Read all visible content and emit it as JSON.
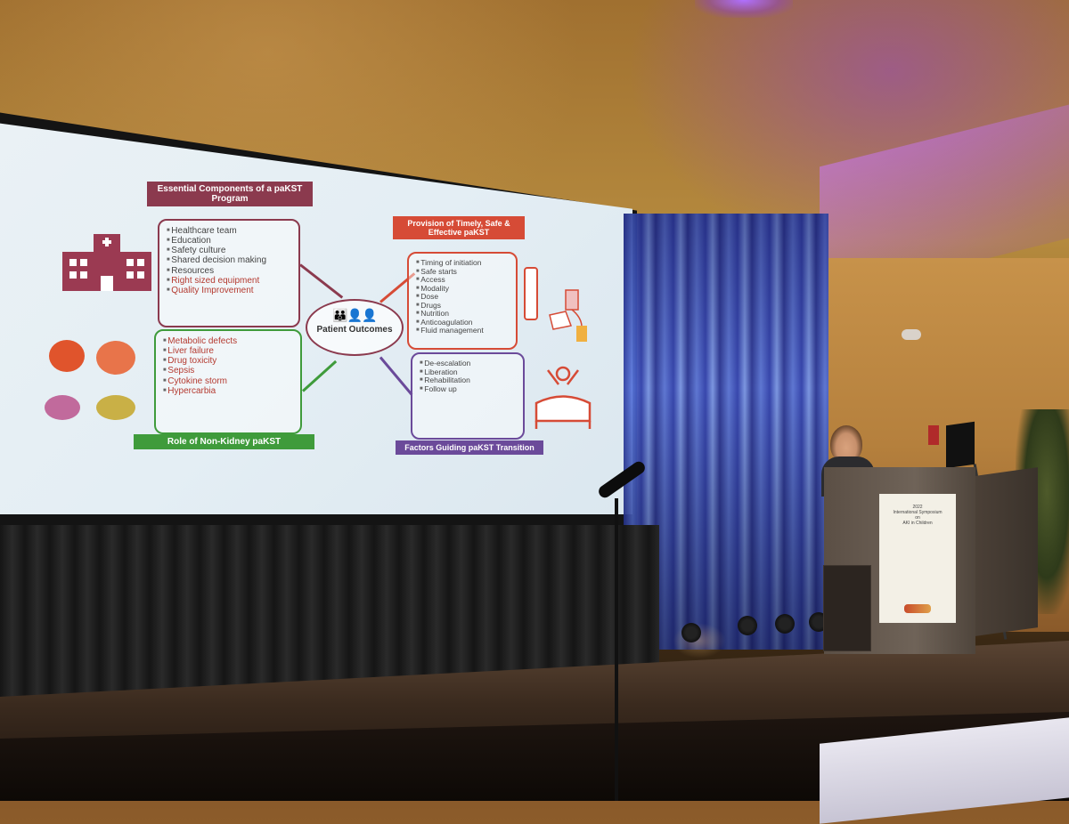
{
  "slide": {
    "essential": {
      "header": "Essential Components of a paKST Program",
      "items": [
        "Healthcare team",
        "Education",
        "Safety culture",
        "Shared decision making",
        "Resources",
        "Right sized equipment",
        "Quality Improvement"
      ]
    },
    "provision": {
      "header": "Provision of Timely, Safe & Effective paKST",
      "items": [
        "Timing of initiation",
        "Safe starts",
        "Access",
        "Modality",
        "Dose",
        "Drugs",
        "Nutrition",
        "Anticoagulation",
        "Fluid management"
      ]
    },
    "role": {
      "header": "Role of Non-Kidney paKST",
      "items": [
        "Metabolic defects",
        "Liver failure",
        "Drug toxicity",
        "Sepsis",
        "Cytokine storm",
        "Hypercarbia"
      ]
    },
    "factors": {
      "header": "Factors Guiding paKST Transition",
      "items": [
        "De-escalation",
        "Liberation",
        "Rehabilitation",
        "Follow up"
      ]
    },
    "center": {
      "label": "Patient Outcomes"
    },
    "colors": {
      "essential": "#8b3a4e",
      "provision": "#d64b36",
      "role": "#3f9b3b",
      "factors": "#6b4a9a"
    }
  },
  "podium_sign": {
    "line1": "2022",
    "line2": "International Symposium",
    "line3": "on",
    "line4": "AKI in Children"
  }
}
